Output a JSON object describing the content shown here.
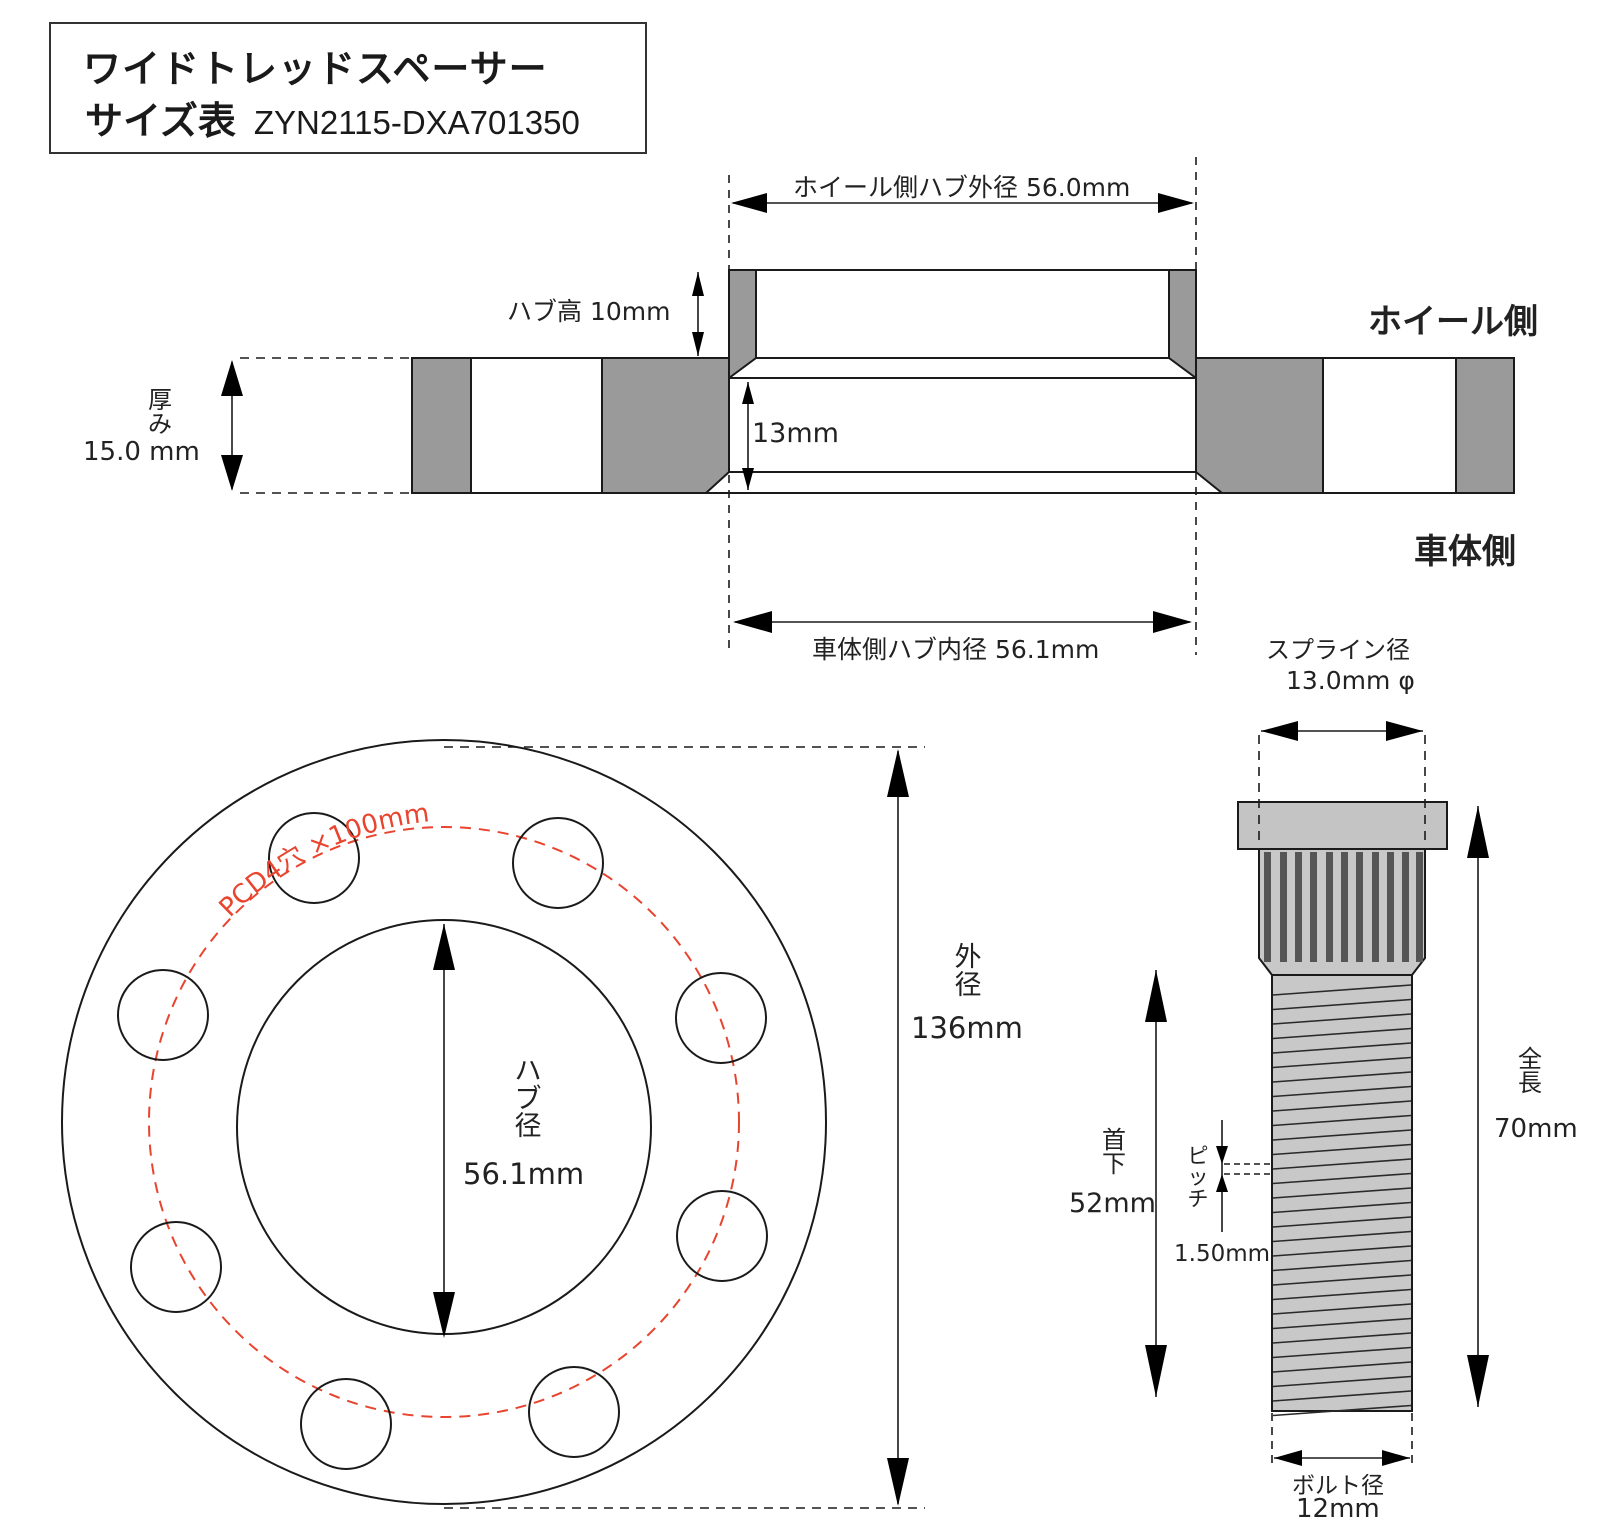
{
  "title": {
    "line1": "ワイドトレッドスペーサー",
    "line2": "サイズ表",
    "model_code": "ZYN2115-DXA701350"
  },
  "cross_section": {
    "wheel_hub_outer_dia": "ホイール側ハブ外径 56.0mm",
    "hub_height": "ハブ高 10mm",
    "thickness_label": "厚み",
    "thickness_value": "15.0 mm",
    "inner_depth": "13mm",
    "body_hub_inner_dia": "車体側ハブ内径  56.1mm",
    "wheel_side": "ホイール側",
    "body_side": "車体側"
  },
  "front_view": {
    "pcd_label": "PCD4穴 ×100mm",
    "hub_dia_label": "ハブ径",
    "hub_dia_value": "56.1mm",
    "outer_dia_label": "外径",
    "outer_dia_value": "136mm",
    "bolt_hole_count": 8
  },
  "stud_bolt": {
    "spline_dia_label": "スプライン径",
    "spline_dia_value": "13.0mm φ",
    "under_head_label": "首下",
    "under_head_value": "52mm",
    "pitch_label": "ピッチ",
    "pitch_value": "1.50mm",
    "total_length_label": "全長",
    "total_length_value": "70mm",
    "bolt_dia_label": "ボルト径",
    "bolt_dia_value": "12mm"
  },
  "colors": {
    "line": "#1a1a1a",
    "fill_dark": "#9a9a9a",
    "fill_light": "#c8c8c8",
    "pcd_red": "#e8442e",
    "spline_bars": "#555555"
  }
}
